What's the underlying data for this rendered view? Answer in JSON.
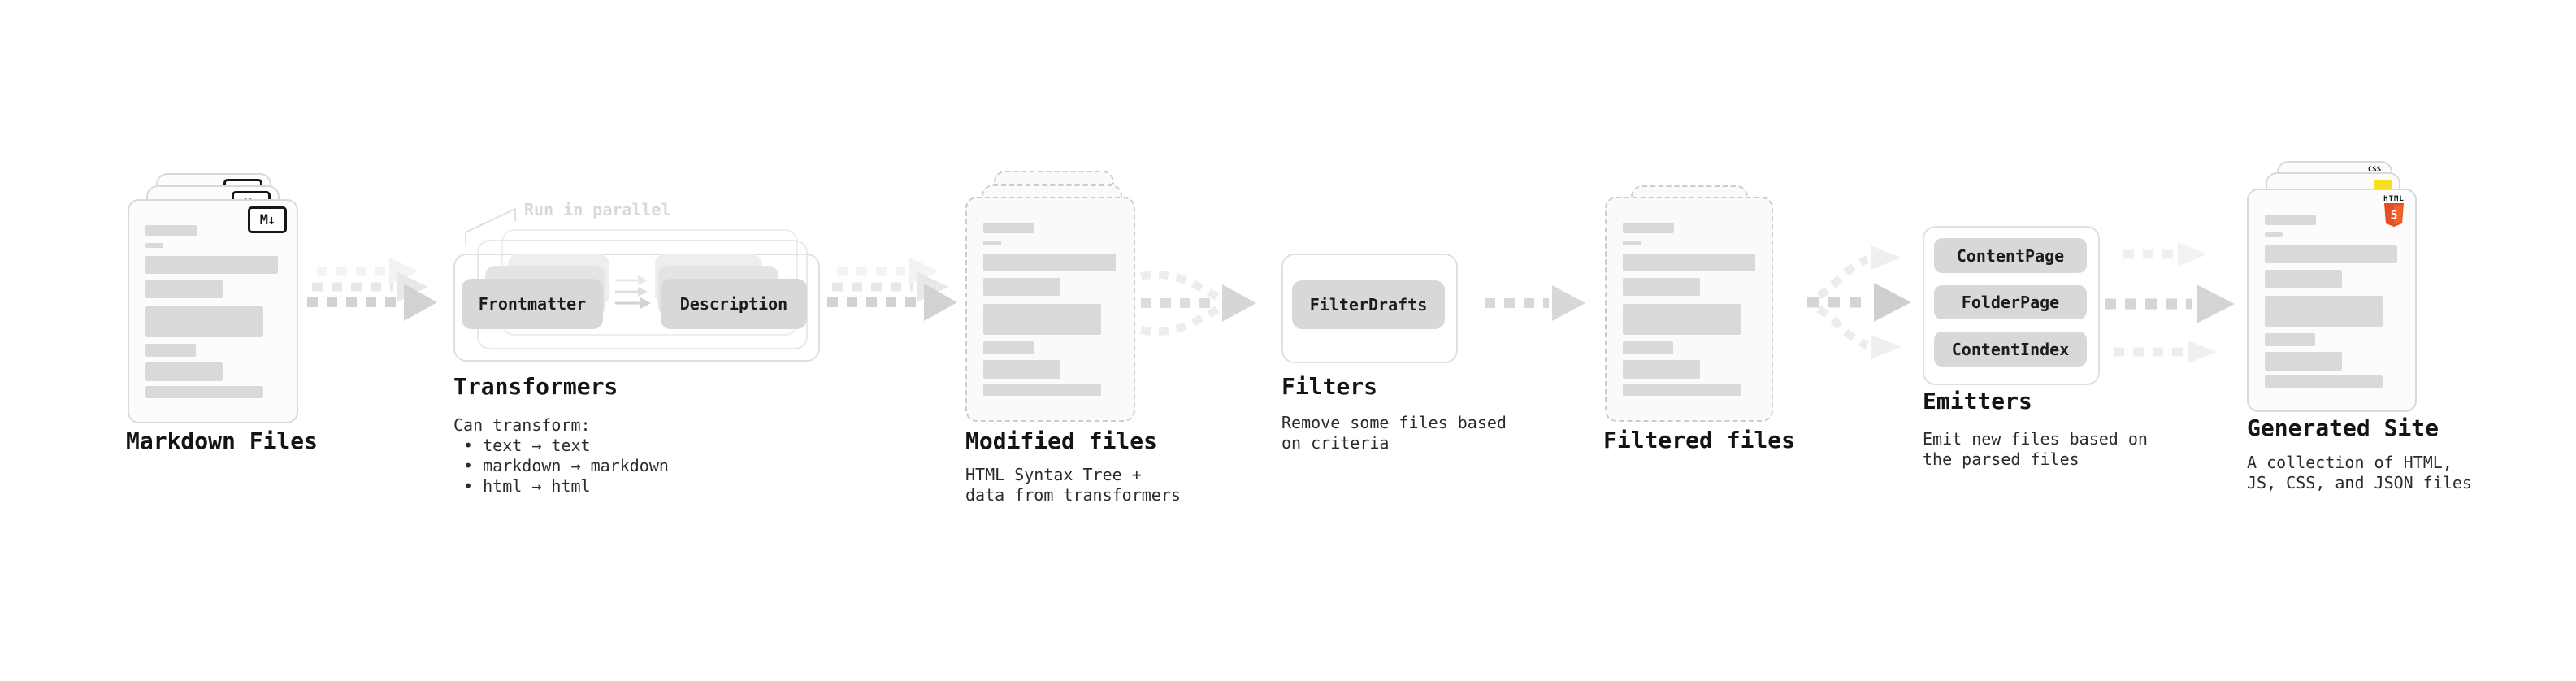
{
  "stages": {
    "markdown_files": {
      "label": "Markdown Files",
      "icon_label": "M↓"
    },
    "transformers": {
      "annotation": "Run in parallel",
      "frontmatter": "Frontmatter",
      "description_box": "Description",
      "label": "Transformers",
      "notes": "Can transform:\n • text → text\n • markdown → markdown\n • html → html"
    },
    "modified_files": {
      "label": "Modified files",
      "notes": "HTML Syntax Tree +\ndata from transformers"
    },
    "filters": {
      "filter_drafts": "FilterDrafts",
      "label": "Filters",
      "notes": "Remove some files based\non criteria"
    },
    "filtered_files": {
      "label": "Filtered files"
    },
    "emitters": {
      "content_page": "ContentPage",
      "folder_page": "FolderPage",
      "content_index": "ContentIndex",
      "label": "Emitters",
      "notes": "Emit new files based on\nthe parsed files"
    },
    "generated_site": {
      "label": "Generated Site",
      "notes": "A collection of HTML,\nJS, CSS, and JSON files",
      "css_label": "CSS",
      "html_label": "HTML",
      "html5_number": "5"
    }
  },
  "colors": {
    "bar_fill": "#d9d9d9",
    "arrow_main": "#d2d2d2",
    "arrow_light": "#ececec",
    "html5_shield": "#e44d26",
    "html5_shield_light": "#f16529",
    "js_badge": "#f7df1e",
    "css_bar": "#2962ff"
  }
}
